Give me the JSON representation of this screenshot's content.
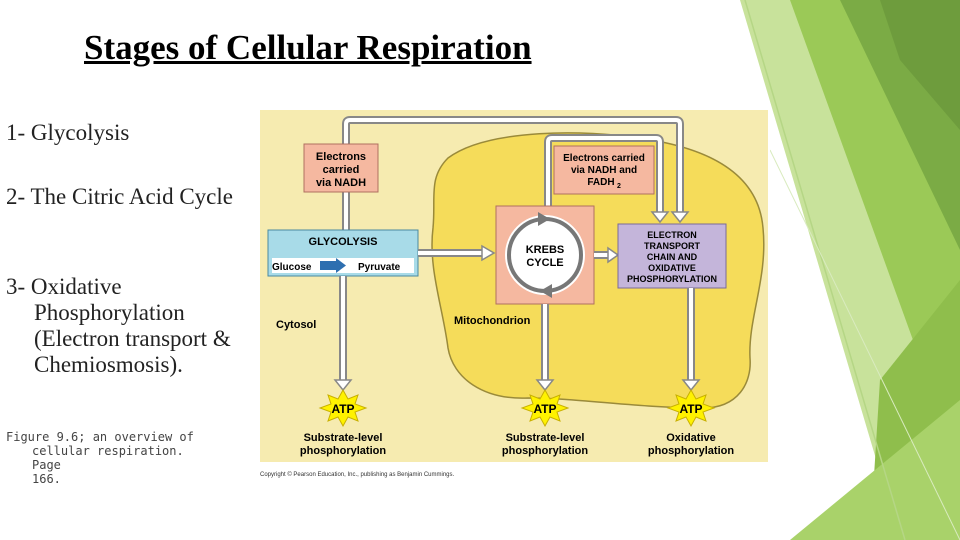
{
  "title": "Stages of Cellular Respiration",
  "stages": {
    "item1": "1- Glycolysis",
    "item2": "2- The Citric Acid Cycle",
    "item3": "3- Oxidative Phosphorylation (Electron transport & Chemiosmosis)."
  },
  "caption": {
    "line1": "Figure 9.6; an overview of",
    "line2": "cellular respiration. Page",
    "line3": "166."
  },
  "diagram": {
    "electrons_nadh_1": "Electrons",
    "electrons_nadh_2": "carried",
    "electrons_nadh_3": "via NADH",
    "electrons_fadh_1": "Electrons carried",
    "electrons_fadh_2": "via NADH and",
    "electrons_fadh_3": "FADH",
    "fadh_subscript": "2",
    "glycolysis": "GLYCOLYSIS",
    "glucose": "Glucose",
    "pyruvate": "Pyruvate",
    "krebs_1": "KREBS",
    "krebs_2": "CYCLE",
    "etc_1": "ELECTRON",
    "etc_2": "TRANSPORT",
    "etc_3": "CHAIN AND",
    "etc_4": "OXIDATIVE",
    "etc_5": "PHOSPHORYLATION",
    "cytosol": "Cytosol",
    "mitochondrion": "Mitochondrion",
    "atp1": "ATP",
    "atp2": "ATP",
    "atp3": "ATP",
    "sub1_1": "Substrate-level",
    "sub1_2": "phosphorylation",
    "sub2_1": "Substrate-level",
    "sub2_2": "phosphorylation",
    "ox_1": "Oxidative",
    "ox_2": "phosphorylation",
    "copyright": "Copyright © Pearson Education, Inc., publishing as Benjamin Cummings."
  },
  "colors": {
    "cytosol_bg": "#f6ebb0",
    "mitochondrion": "#f5dc5a",
    "glycolysis_box": "#a8dbe8",
    "krebs_box": "#f5b8a0",
    "etc_box": "#c4b5da",
    "atp_burst": "#fff200",
    "green_decor": "#8dc63f"
  }
}
